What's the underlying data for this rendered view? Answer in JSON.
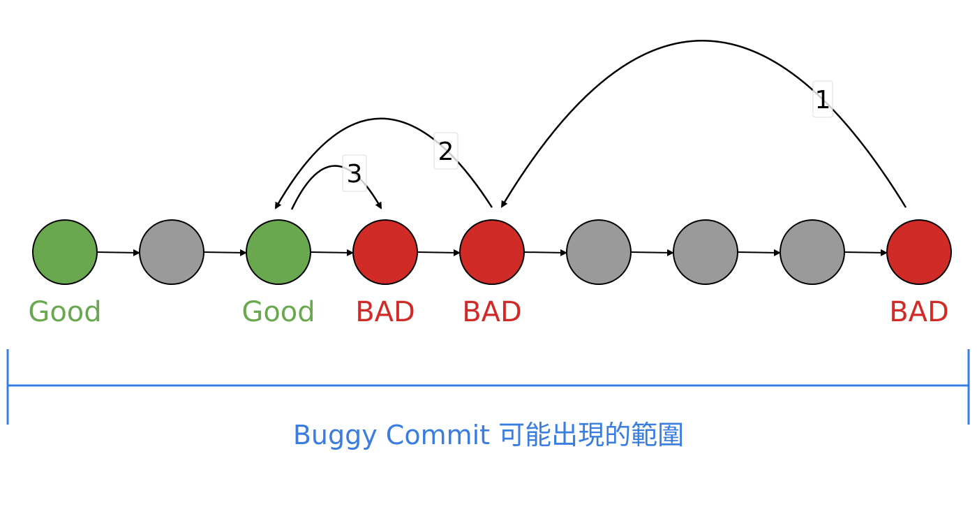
{
  "colors": {
    "good": "#6aa84f",
    "bad": "#d12b28",
    "untested": "#9a9a9a",
    "range": "#3a7de0"
  },
  "commits": [
    {
      "status": "good",
      "label": "Good"
    },
    {
      "status": "untested",
      "label": ""
    },
    {
      "status": "good",
      "label": "Good"
    },
    {
      "status": "bad",
      "label": "BAD"
    },
    {
      "status": "bad",
      "label": "BAD"
    },
    {
      "status": "untested",
      "label": ""
    },
    {
      "status": "untested",
      "label": ""
    },
    {
      "status": "untested",
      "label": ""
    },
    {
      "status": "bad",
      "label": "BAD"
    }
  ],
  "steps": [
    {
      "label": "1",
      "from_commit": 8,
      "to_commit": 4
    },
    {
      "label": "2",
      "from_commit": 4,
      "to_commit": 2
    },
    {
      "label": "3",
      "from_commit": 2,
      "to_commit": 3
    }
  ],
  "range_label": "Buggy Commit 可能出現的範圍"
}
